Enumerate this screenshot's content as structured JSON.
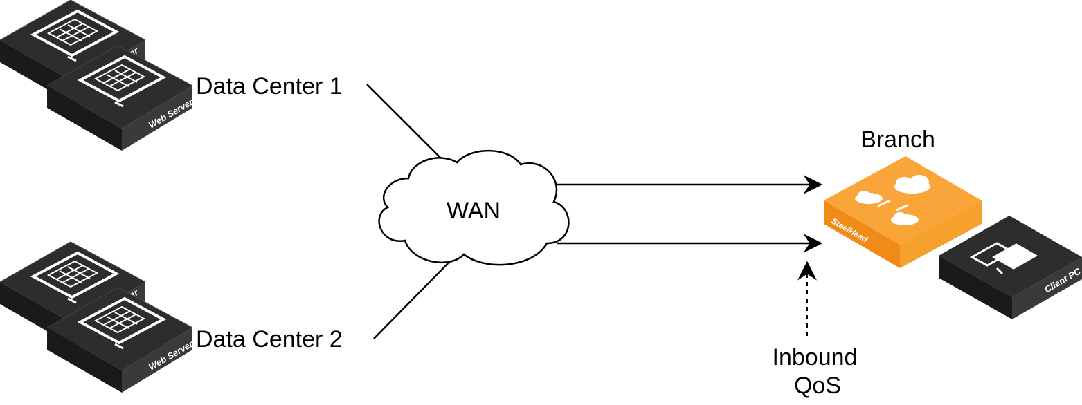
{
  "labels": {
    "dc1": "Data Center 1",
    "dc2": "Data Center 2",
    "wan": "WAN",
    "branch": "Branch",
    "inbound_line1": "Inbound",
    "inbound_line2": "QoS"
  },
  "devices": {
    "web_server": "Web Server",
    "steelhead": "SteelHead",
    "client_pc": "Client PC"
  },
  "colors": {
    "server_dark": "#2b2b2b",
    "steelhead_orange": "#f7a030",
    "line": "#000000"
  }
}
